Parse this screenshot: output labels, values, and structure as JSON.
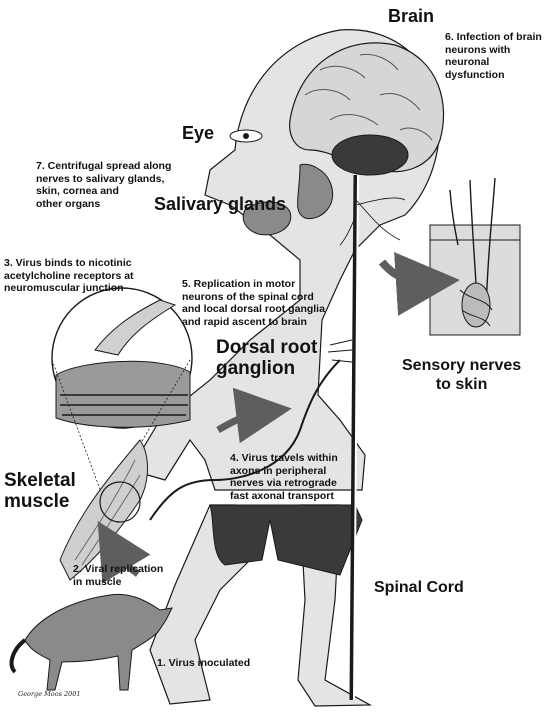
{
  "labels": {
    "brain": "Brain",
    "eye": "Eye",
    "salivary_glands": "Salivary glands",
    "dorsal_root_ganglion": "Dorsal root\nganglion",
    "sensory_nerves": "Sensory nerves\nto skin",
    "skeletal_muscle": "Skeletal\nmuscle",
    "spinal_cord": "Spinal Cord"
  },
  "steps": {
    "step1": "1. Virus inoculated",
    "step2": "2. Viral replication\nin muscle",
    "step3": "3. Virus binds to nicotinic\nacetylcholine receptors at\nneuromuscular junction",
    "step4": "4. Virus travels within\naxons in peripheral\nnerves via retrograde\nfast axonal transport",
    "step5": "5. Replication in motor\nneurons of the spinal cord\nand local dorsal root ganglia\nand rapid ascent to brain",
    "step6": "6. Infection of brain\nneurons with\nneuronal\ndysfunction",
    "step7": "7. Centrifugal spread along\nnerves to salivary glands,\nskin, cornea and\nother organs"
  },
  "signature": "George Moos 2001",
  "colors": {
    "body_fill": "#e4e4e4",
    "shorts_fill": "#3a3a3a",
    "tissue_fill": "#8a8a8a",
    "outline": "#1a1a1a",
    "arrow_fill": "#5e5e5e"
  }
}
